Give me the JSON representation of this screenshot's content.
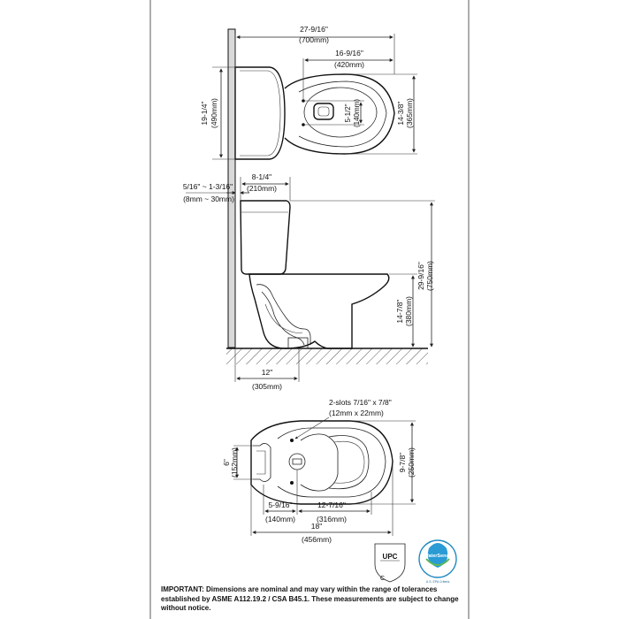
{
  "top_view": {
    "overall_length": "27-9/16\"",
    "overall_length_mm": "(700mm)",
    "bowl_length": "16-9/16\"",
    "bowl_length_mm": "(420mm)",
    "tank_height": "19-1/4\"",
    "tank_height_mm": "(490mm)",
    "seat_spacing": "5-1/2\"",
    "seat_spacing_mm": "(140mm)",
    "bowl_width": "14-3/8\"",
    "bowl_width_mm": "(365mm)"
  },
  "side_view": {
    "tank_depth": "8-1/4\"",
    "tank_depth_mm": "(210mm)",
    "wall_gap": "5/16\" ~ 1-3/16\"",
    "wall_gap_mm": "(8mm ~ 30mm)",
    "overall_height": "29-9/16\"",
    "overall_height_mm": "(750mm)",
    "rim_height": "14-7/8\"",
    "rim_height_mm": "(380mm)",
    "rough_in": "12\"",
    "rough_in_mm": "(305mm)"
  },
  "base_view": {
    "slots": "2-slots 7/16\" x 7/8\"",
    "slots_mm": "(12mm x 22mm)",
    "left_height": "6\"",
    "left_height_mm": "(152mm)",
    "base_width": "9-7/8\"",
    "base_width_mm": "(250mm)",
    "left_offset": "5-9/16\"",
    "left_offset_mm": "(140mm)",
    "slot_spacing": "12-7/16\"",
    "slot_spacing_mm": "(316mm)",
    "base_length": "18\"",
    "base_length_mm": "(456mm)"
  },
  "badges": {
    "upc_text": "UPC",
    "upc_c": "C",
    "watersense": "WaterSense",
    "watersense_sub": "U.S. EPA Criteria"
  },
  "notice": {
    "lead": "IMPORTANT:",
    "body": " Dimensions are nominal and may vary within the range of tolerances established by ASME A112.19.2 / CSA B45.1. These measurements are subject to change without notice."
  }
}
